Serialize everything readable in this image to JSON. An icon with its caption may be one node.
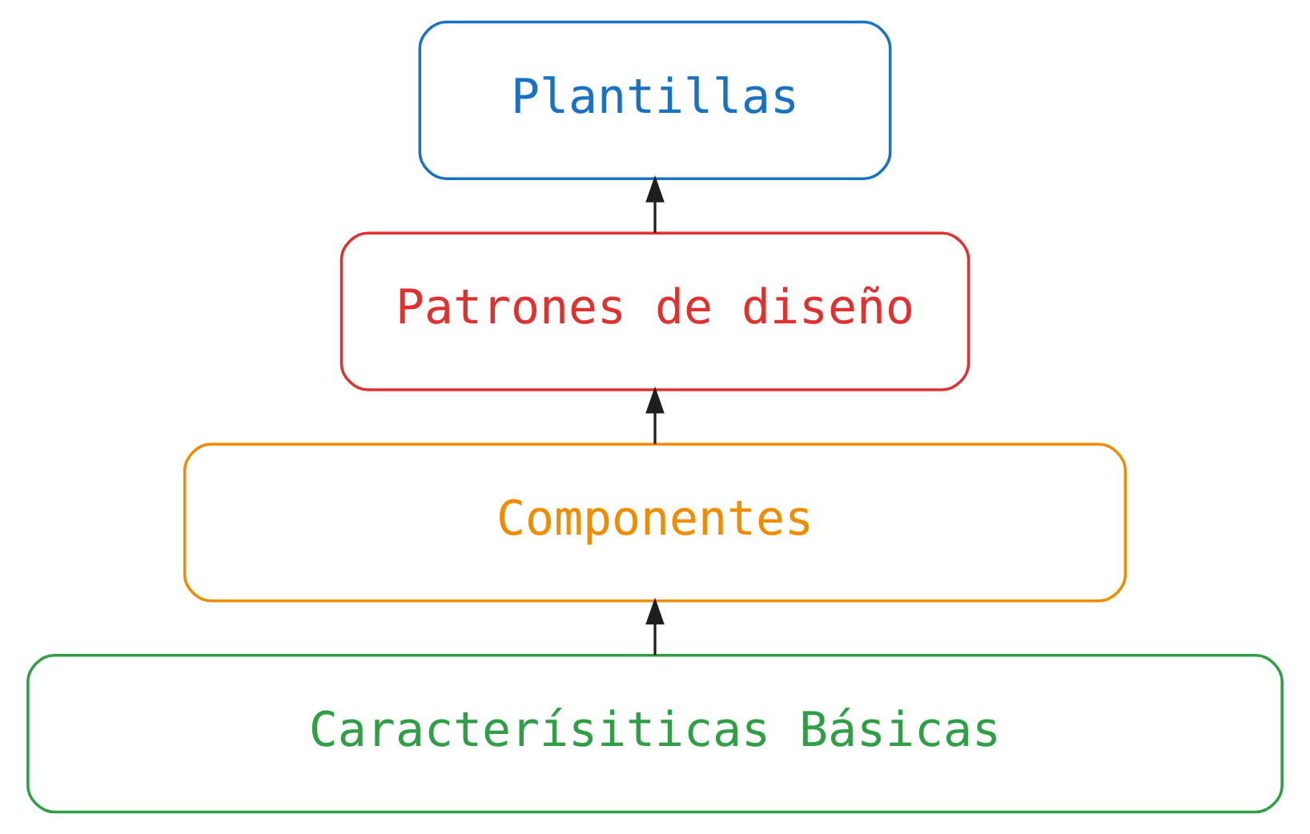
{
  "diagram": {
    "nodes": [
      {
        "text": [
          "Plantillas"
        ]
      },
      {
        "text": [
          "Patrones de diseño"
        ]
      },
      {
        "text": [
          "Componentes"
        ]
      },
      {
        "text": [
          "Caracterísiticas Básicas"
        ]
      }
    ],
    "edges": [
      {
        "from": 3,
        "to": 2,
        "arrow": "to"
      },
      {
        "from": 2,
        "to": 1,
        "arrow": "to"
      },
      {
        "from": 1,
        "to": 0,
        "arrow": "to"
      }
    ]
  }
}
